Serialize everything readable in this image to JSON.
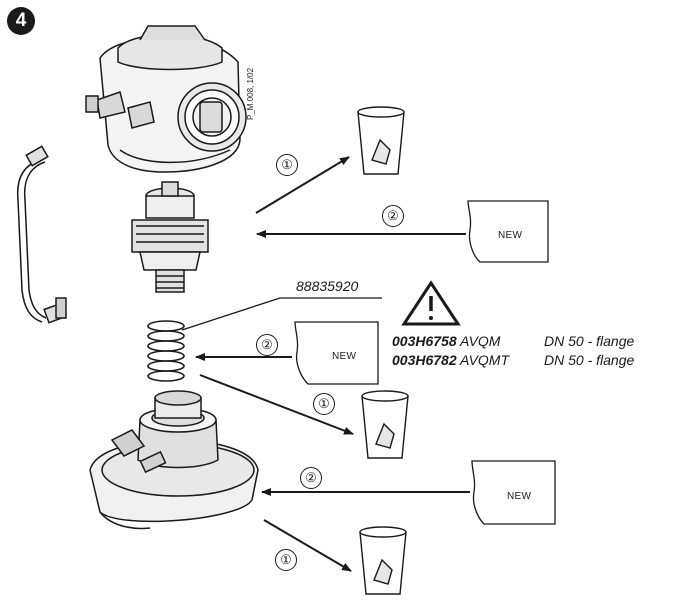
{
  "step_number": "4",
  "drawing_reference": "P_M.008, 1/02",
  "part_number": "88835920",
  "new_label": "NEW",
  "marker_dispose": "①",
  "marker_new": "②",
  "products": [
    {
      "code": "003H6758",
      "model": "AVQM",
      "spec": "DN 50 - flange"
    },
    {
      "code": "003H6782",
      "model": "AVQMT",
      "spec": "DN 50 - flange"
    }
  ]
}
